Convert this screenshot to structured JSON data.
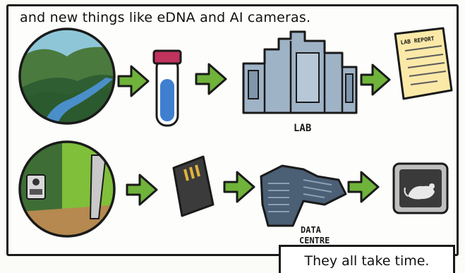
{
  "captions": {
    "top": "and new things like eDNA and AI cameras.",
    "bottom": "They all take time."
  },
  "labels": {
    "lab": "LAB",
    "lab_report": "LAB REPORT",
    "data_centre_line1": "DATA",
    "data_centre_line2": "CENTRE"
  },
  "colors": {
    "arrow": "#6fb33a",
    "outline": "#1a1a1a",
    "building": "#9fb3c7",
    "report": "#fbe9a8",
    "hill": "#3f6f3a",
    "river": "#4a8fc9",
    "vial_liquid": "#3f7fd0",
    "vial_cap": "#c0335c",
    "server": "#4b5f75",
    "camera_screen": "#3a3a3a"
  }
}
